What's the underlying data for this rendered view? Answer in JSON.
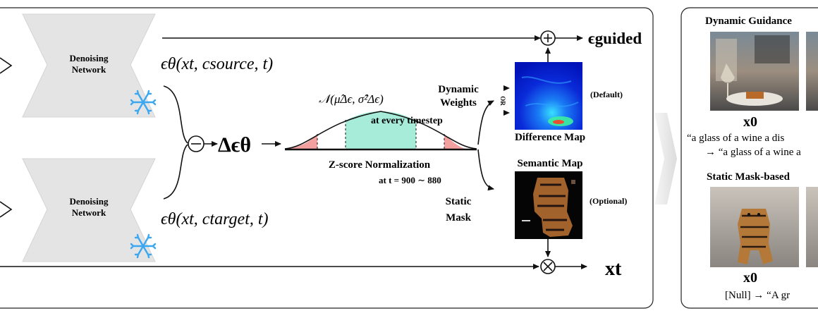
{
  "colors": {
    "panel_border": "#222222",
    "network_fill": "#e4e4e4",
    "snowflake": "#3aa7f0",
    "red_region": "#f2a0a0",
    "teal_region": "#a6ecd8",
    "arrow_teal": "#9fe0d6",
    "arrow_red": "#f4a2a2",
    "shadow_arrow": "#e8e8e8"
  },
  "networks": [
    {
      "label_line1": "Denoising",
      "label_line2": "Network",
      "icon": "snowflake-icon"
    },
    {
      "label_line1": "Denoising",
      "label_line2": "Network",
      "icon": "snowflake-icon"
    }
  ],
  "formulas": {
    "eps_source": "ϵθ(xt, csource, t)",
    "eps_target": "ϵθ(xt, ctarget, t)",
    "delta_eps": "Δϵθ",
    "eps_guided": "ϵguided",
    "x_t": "xt",
    "normal_dist": "𝒩(μ̂Δϵ, σ̂²Δϵ)"
  },
  "operators": {
    "minus": "⊖",
    "plus": "⊕",
    "times": "⊗"
  },
  "normalization": {
    "at_every_timestep": "at every timestep",
    "title": "Z-score Normalization",
    "timestep_range": "at t = 900 ∼ 880"
  },
  "labels": {
    "dynamic_weights_line1": "Dynamic",
    "dynamic_weights_line2": "Weights",
    "or": "OR",
    "default": "(Default)",
    "difference_map": "Difference Map",
    "semantic_map": "Semantic Map",
    "optional": "(Optional)",
    "static_mask_line1": "Static",
    "static_mask_line2": "Mask"
  },
  "right_panel": {
    "dynamic_title": "Dynamic Guidance",
    "x0_label_1": "x0",
    "caption_1_line1": "“a glass of a wine a dis",
    "caption_1_line2": "→ “a glass of a wine a",
    "static_title": "Static Mask-based",
    "x0_label_2": "x0",
    "caption_2": "[Null] → “A gr"
  }
}
